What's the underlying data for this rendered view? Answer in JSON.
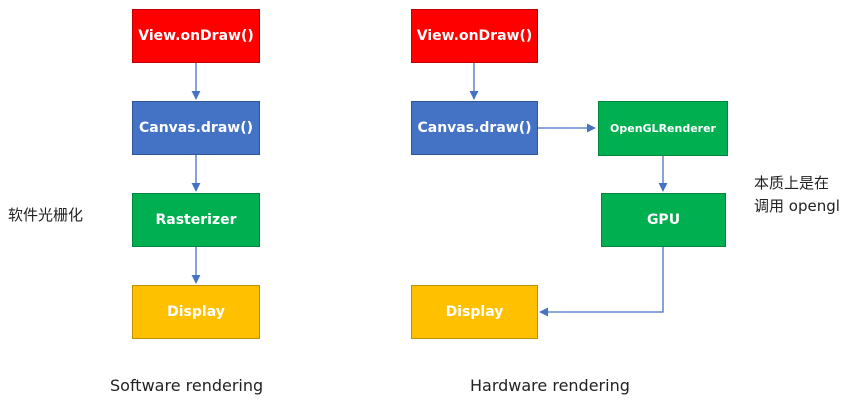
{
  "software": {
    "view_ondraw": "View.onDraw()",
    "canvas_draw": "Canvas.draw()",
    "rasterizer": "Rasterizer",
    "display": "Display",
    "side_note": "软件光栅化",
    "caption": "Software rendering"
  },
  "hardware": {
    "view_ondraw": "View.onDraw()",
    "canvas_draw": "Canvas.draw()",
    "opengl_renderer": "OpenGLRenderer",
    "gpu": "GPU",
    "display": "Display",
    "side_note_line1": "本质上是在",
    "side_note_line2": "调用 opengl",
    "caption": "Hardware rendering"
  },
  "colors": {
    "red": "#ff0000",
    "blue": "#4472c4",
    "green": "#00b050",
    "yellow": "#ffc000",
    "arrow": "#4472c4"
  }
}
